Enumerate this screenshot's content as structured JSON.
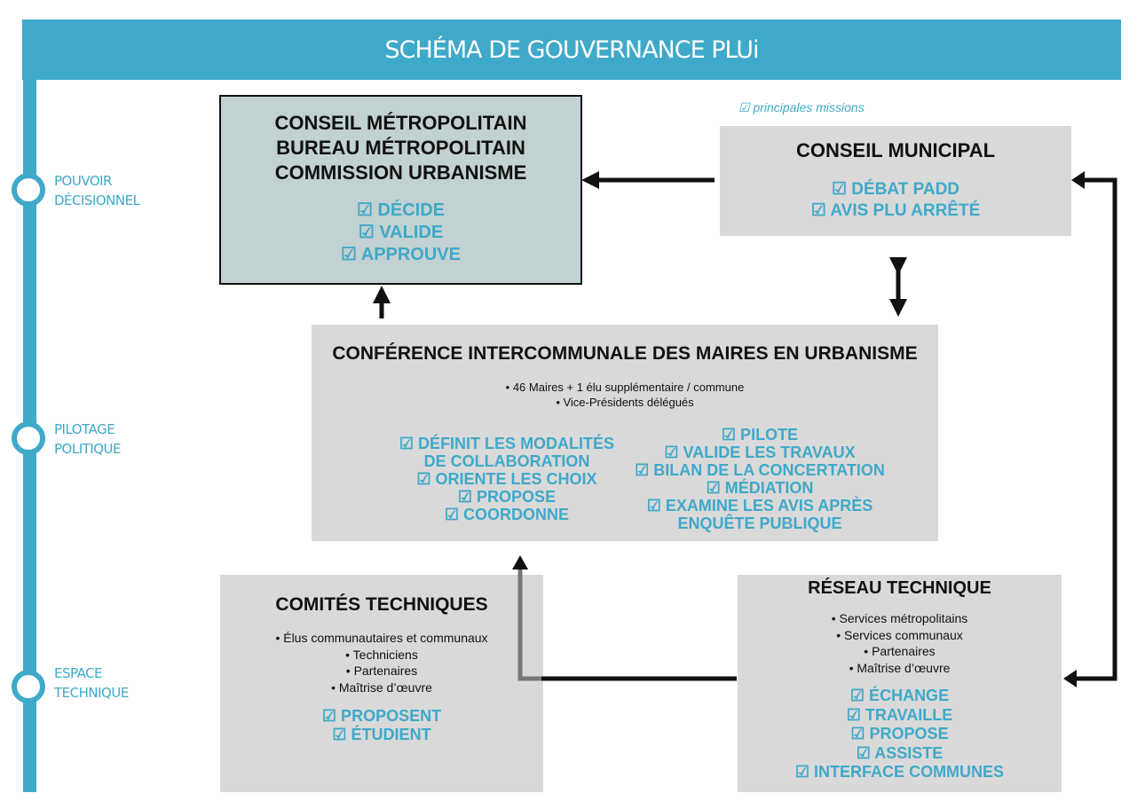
{
  "title": "SCHÉMA DE GOUVERNANCE PLUi",
  "levels": [
    {
      "line1": "POUVOIR",
      "line2": "DÉCISIONNEL"
    },
    {
      "line1": "PILOTAGE",
      "line2": "POLITIQUE"
    },
    {
      "line1": "ESPACE",
      "line2": "TECHNIQUE"
    }
  ],
  "legend": "☑ principales missions",
  "conseil_metropolitain": {
    "titles": [
      "CONSEIL MÉTROPOLITAIN",
      "BUREAU MÉTROPOLITAIN",
      "COMMISSION URBANISME"
    ],
    "missions": [
      "☑ DÉCIDE",
      "☑ VALIDE",
      "☑ APPROUVE"
    ]
  },
  "conseil_municipal": {
    "title": "CONSEIL MUNICIPAL",
    "missions": [
      "☑ DÉBAT PADD",
      "☑ AVIS PLU ARRÊTÉ"
    ]
  },
  "conference": {
    "title": "CONFÉRENCE INTERCOMMUNALE DES MAIRES EN URBANISME",
    "members": [
      "• 46 Maires + 1 élu supplémentaire / commune",
      "• Vice-Présidents délégués"
    ],
    "missions_left": [
      "☑ DÉFINIT LES MODALITÉS",
      "DE COLLABORATION",
      "☑ ORIENTE LES CHOIX",
      "☑ PROPOSE",
      "☑ COORDONNE"
    ],
    "missions_right": [
      "☑ PILOTE",
      "☑ VALIDE LES TRAVAUX",
      "☑ BILAN DE LA CONCERTATION",
      "☑ MÉDIATION",
      "☑ EXAMINE LES AVIS APRÈS",
      "ENQUÊTE PUBLIQUE"
    ]
  },
  "comites": {
    "title": "COMITÉS TECHNIQUES",
    "members": [
      "• Élus communautaires et communaux",
      "• Techniciens",
      "• Partenaires",
      "• Maîtrise d’œuvre"
    ],
    "missions": [
      "☑ PROPOSENT",
      "☑ ÉTUDIENT"
    ]
  },
  "reseau": {
    "title": "RÉSEAU TECHNIQUE",
    "members": [
      "• Services métropolitains",
      "• Services communaux",
      "• Partenaires",
      "• Maîtrise d’œuvre"
    ],
    "missions": [
      "☑ ÉCHANGE",
      "☑ TRAVAILLE",
      "☑ PROPOSE",
      "☑ ASSISTE",
      "☑ INTERFACE COMMUNES"
    ]
  },
  "colors": {
    "accent": "#3fa9c9",
    "box": "#d9d9d9",
    "decision_box": "#c2d1d1"
  }
}
